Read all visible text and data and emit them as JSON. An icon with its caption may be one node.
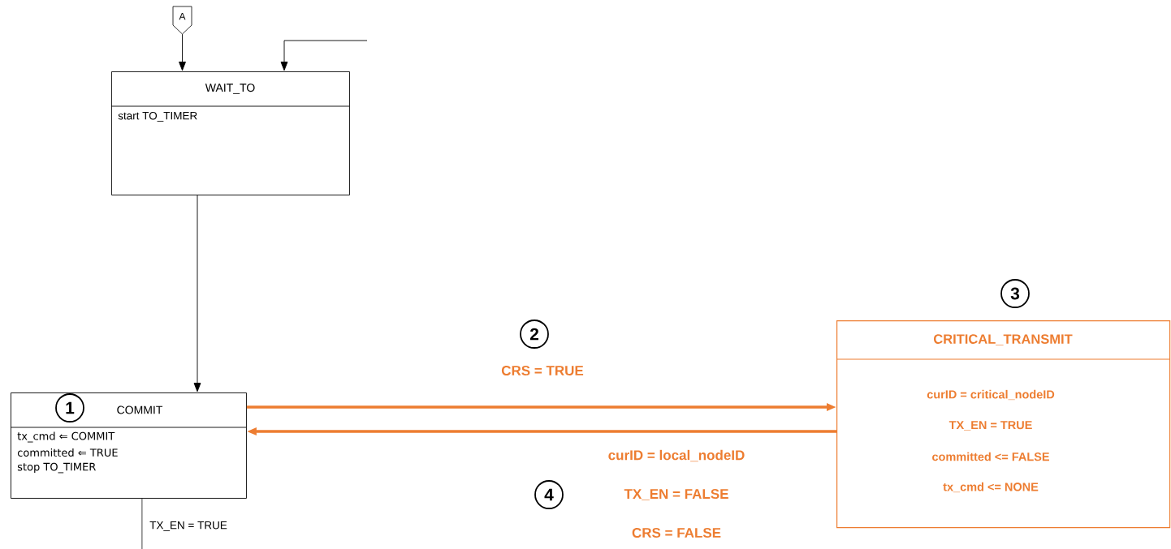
{
  "diagram": {
    "nodes": [
      {
        "text": [
          "A"
        ]
      },
      {
        "text": [
          "WAIT_TO",
          "start TO_TIMER"
        ]
      },
      {
        "text": [
          "COMMIT",
          "tx_cmd ⇐ COMMIT",
          "committed ⇐ TRUE",
          "stop TO_TIMER"
        ]
      },
      {
        "text": [
          "CRITICAL_TRANSMIT",
          "curID = critical_nodeID",
          "TX_EN = TRUE",
          "committed <= FALSE",
          "tx_cmd <= NONE"
        ]
      }
    ],
    "edges": [
      {
        "from": 0,
        "to": 1,
        "arrow": "to"
      },
      {
        "from": null,
        "to": 1,
        "arrow": "to"
      },
      {
        "from": 1,
        "to": 2,
        "arrow": "to"
      },
      {
        "from": 2,
        "to": 3,
        "arrow": "to",
        "label": "CRS = TRUE",
        "style": "thick",
        "color": "#ed7d31"
      },
      {
        "from": 3,
        "to": 2,
        "arrow": "to",
        "style": "thick",
        "color": "#ed7d31"
      },
      {
        "from": 2,
        "to": null,
        "arrow": "none",
        "label": "TX_EN = TRUE"
      }
    ],
    "labels": [
      "3",
      "2",
      "1",
      "curID = local_nodeID",
      "4",
      "TX_EN = FALSE",
      "CRS = FALSE"
    ]
  }
}
